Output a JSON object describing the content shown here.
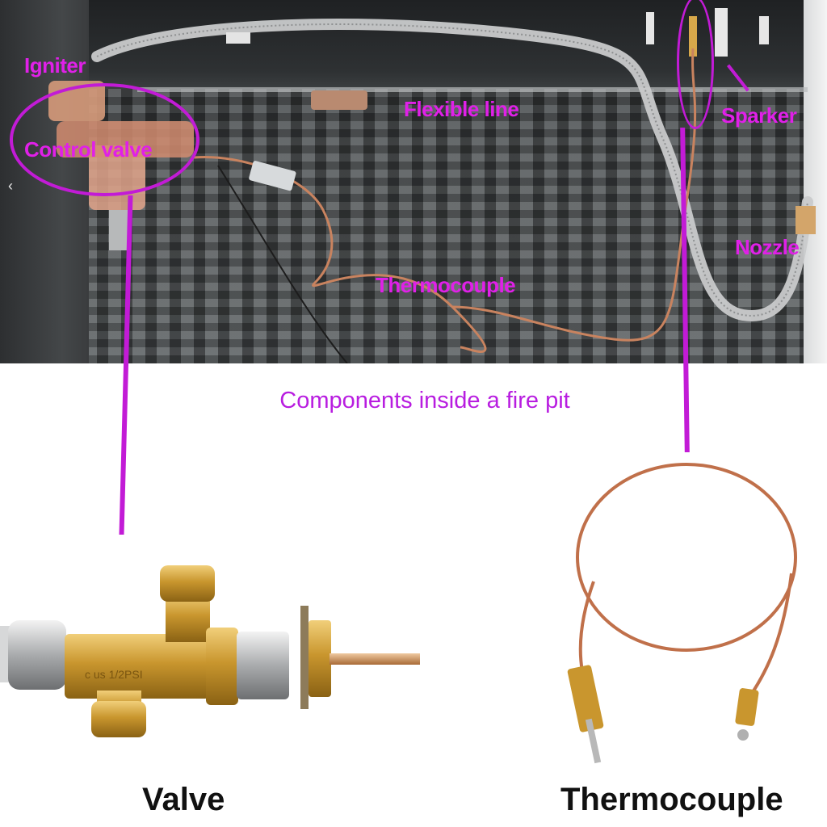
{
  "photo": {
    "alt": "Photo of components inside a fire pit",
    "nav_prev_glyph": "‹"
  },
  "labels": {
    "igniter": "Igniter",
    "control_valve": "Control valve",
    "flexible_line": "Flexible line",
    "sparker": "Sparker",
    "nozzle": "Nozzle",
    "thermocouple": "Thermocouple"
  },
  "caption": "Components inside a fire pit",
  "products": [
    {
      "name": "Valve",
      "markings": "c us 1/2PSI"
    },
    {
      "name": "Thermocouple"
    }
  ],
  "colors": {
    "annotation": "#e020e8",
    "leader": "#c21bd6",
    "caption": "#b81de0",
    "brass": "#c9962e",
    "copper": "#c0704a"
  }
}
